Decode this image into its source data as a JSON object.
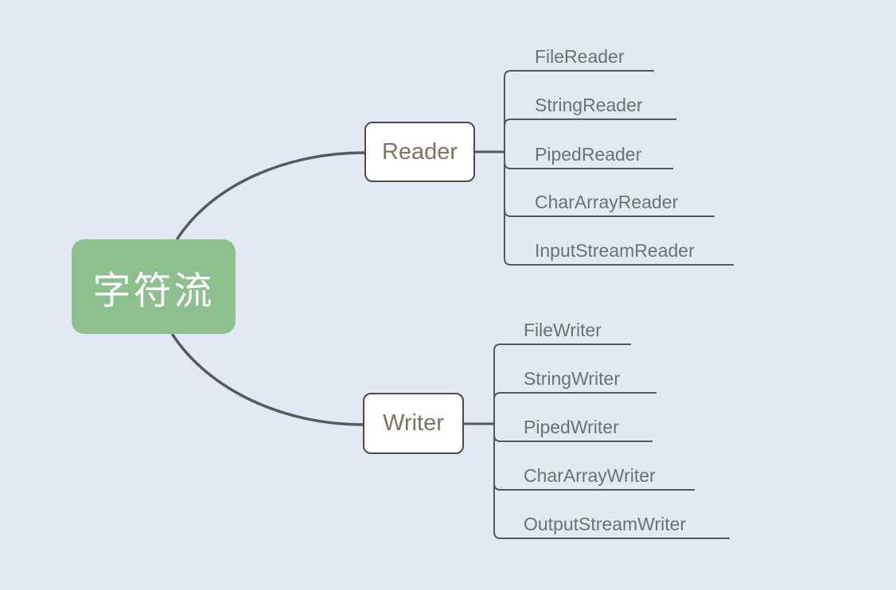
{
  "canvas": {
    "background_color": "#E3E9F4",
    "line_color": "#55585B",
    "curve_color": "#58595B"
  },
  "root": {
    "label": "字符流",
    "background_color": "#8DC08F",
    "text_color": "#FFFFFF"
  },
  "branches": [
    {
      "label": "Reader",
      "text_color": "#7E7263",
      "border_color": "#4A4C4E",
      "children": [
        "FileReader",
        "StringReader",
        "PipedReader",
        "CharArrayReader",
        "InputStreamReader"
      ]
    },
    {
      "label": "Writer",
      "text_color": "#7E7263",
      "border_color": "#4A4C4E",
      "children": [
        "FileWriter",
        "StringWriter",
        "PipedWriter",
        "CharArrayWriter",
        "OutputStreamWriter"
      ]
    }
  ],
  "leaf_text_color": "#6B7177"
}
